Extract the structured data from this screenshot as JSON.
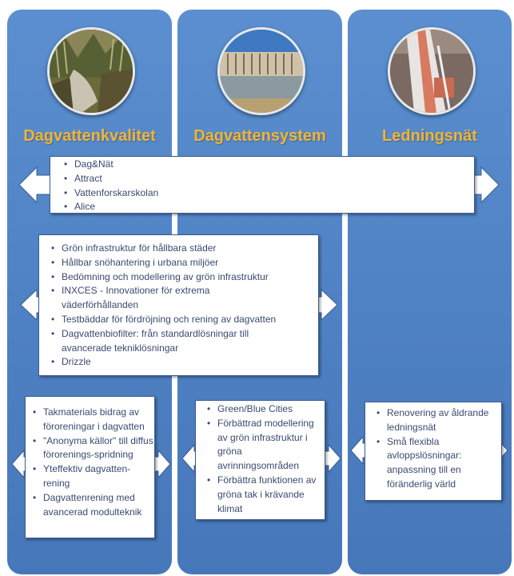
{
  "columns": [
    {
      "title": "Dagvattenkvalitet",
      "image": "stream-photo"
    },
    {
      "title": "Dagvattensystem",
      "image": "pond-wall-photo"
    },
    {
      "title": "Ledningsnät",
      "image": "pipe-photo"
    }
  ],
  "boxes": {
    "all_columns": [
      "Dag&Nät",
      "Attract",
      "Vattenforskarskolan",
      "Alice"
    ],
    "kvalitet_system": [
      "Grön infrastruktur för hållbara städer",
      "Hållbar snöhantering i urbana miljöer",
      "Bedömning och modellering av grön infrastruktur",
      "INXCES - Innovationer för extrema väderförhållanden",
      "Testbäddar  för fördröjning och rening av dagvatten",
      "Dagvattenbiofilter: från standardlösningar till avancerade tekniklösningar",
      "Drizzle"
    ],
    "kvalitet": [
      "Takmaterials bidrag av föroreningar i dagvatten",
      "\"Anonyma källor\" till diffus förorenings-spridning",
      "Yteffektiv dagvatten-rening",
      "Dagvattenrening med avancerad modulteknik"
    ],
    "system": [
      "Green/Blue Cities",
      "Förbättrad modellering av grön infrastruktur i gröna avrinningsområden",
      "Förbättra funktionen av gröna tak i krävande klimat"
    ],
    "ledningsnat": [
      "Renovering av åldrande ledningsnät",
      "Små flexibla avloppslösningar: anpassning till en föränderlig värld"
    ]
  },
  "colors": {
    "column_blue": "#4f83c6",
    "title_gold": "#f3b431",
    "text": "#3a4a70"
  }
}
